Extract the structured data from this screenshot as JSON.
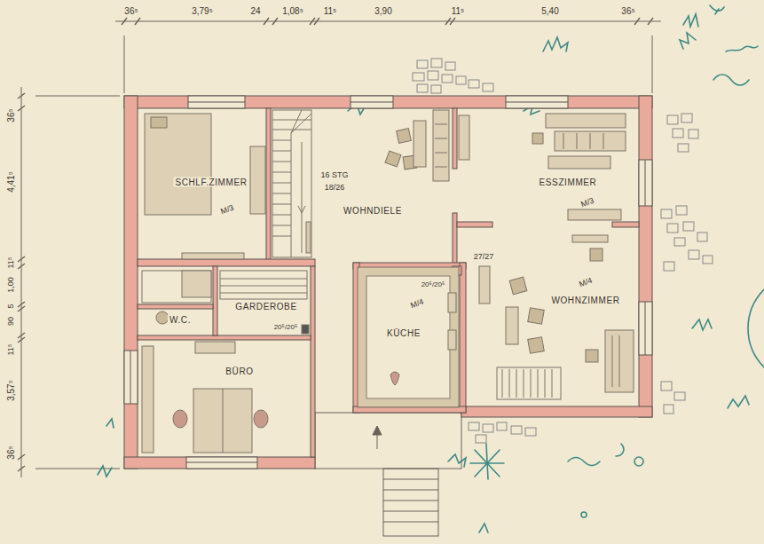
{
  "diagram": {
    "nodes": [
      {
        "text": [
          "SCHLF.ZIMMER"
        ]
      },
      {
        "text": [
          "WOHNDIELE"
        ]
      },
      {
        "text": [
          "ESSZIMMER"
        ]
      },
      {
        "text": [
          "W.C."
        ]
      },
      {
        "text": [
          "GARDEROBE"
        ]
      },
      {
        "text": [
          "KÜCHE"
        ]
      },
      {
        "text": [
          "WOHNZIMMER"
        ]
      },
      {
        "text": [
          "BÜRO"
        ]
      }
    ],
    "labels": [
      "36⁵",
      "3,79⁵",
      "24",
      "1,08⁵",
      "11⁵",
      "3,90",
      "11⁵",
      "5,40",
      "36⁵",
      "36⁵",
      "4,41⁵",
      "11⁵",
      "1,00",
      "5",
      "90",
      "11⁵",
      "3,57⁵",
      "36⁵",
      "16 STG",
      "18/26",
      "27/27",
      "20⁵/20⁵",
      "20⁵/20⁵",
      "M/3",
      "M/4",
      "M/4",
      "M/3"
    ]
  }
}
